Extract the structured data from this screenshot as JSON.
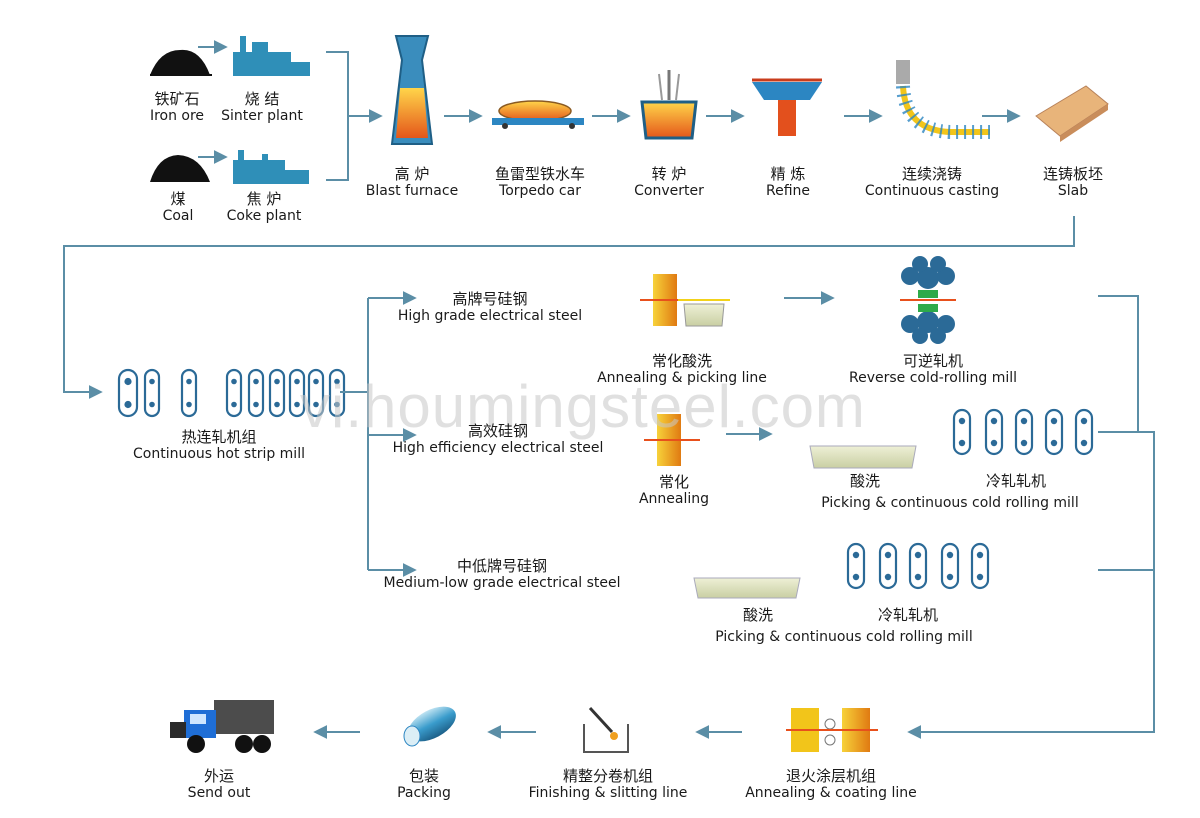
{
  "watermark": "vi.houmingsteel.com",
  "colors": {
    "flow": "#5b8ea6",
    "steel": "#2c86c2",
    "hot": "#e8501c",
    "gold": "#f2b90f",
    "roll": "#2b6a97"
  },
  "steps": {
    "iron_ore": {
      "cn": "铁矿石",
      "en": "Iron ore"
    },
    "sinter": {
      "cn": "烧 结",
      "en": "Sinter plant"
    },
    "coal": {
      "cn": "煤",
      "en": "Coal"
    },
    "coke": {
      "cn": "焦 炉",
      "en": "Coke plant"
    },
    "blast": {
      "cn": "高 炉",
      "en": "Blast furnace"
    },
    "torpedo": {
      "cn": "鱼雷型铁水车",
      "en": "Torpedo car"
    },
    "converter": {
      "cn": "转 炉",
      "en": "Converter"
    },
    "refine": {
      "cn": "精 炼",
      "en": "Refine"
    },
    "casting": {
      "cn": "连续浇铸",
      "en": "Continuous casting"
    },
    "slab": {
      "cn": "连铸板坯",
      "en": "Slab"
    },
    "hot_mill": {
      "cn": "热连轧机组",
      "en": "Continuous hot strip mill"
    },
    "high_grade": {
      "cn": "高牌号硅钢",
      "en": "High grade electrical steel"
    },
    "annealing_pickling": {
      "cn": "常化酸洗",
      "en": "Annealing & picking line"
    },
    "reverse_mill": {
      "cn": "可逆轧机",
      "en": "Reverse cold-rolling mill"
    },
    "high_eff": {
      "cn": "高效硅钢",
      "en": "High efficiency electrical steel"
    },
    "annealing": {
      "cn": "常化",
      "en": "Annealing"
    },
    "pickling1": {
      "cn": "酸洗"
    },
    "cold1": {
      "cn": "冷轧轧机"
    },
    "pickcold1": {
      "en": "Picking & continuous cold rolling mill"
    },
    "medium": {
      "cn": "中低牌号硅钢",
      "en": "Medium-low grade electrical steel"
    },
    "pickling2": {
      "cn": "酸洗"
    },
    "cold2": {
      "cn": "冷轧轧机"
    },
    "pickcold2": {
      "en": "Picking & continuous cold rolling mill"
    },
    "coating": {
      "cn": "退火涂层机组",
      "en": "Annealing & coating line"
    },
    "finishing": {
      "cn": "精整分卷机组",
      "en": "Finishing & slitting line"
    },
    "packing": {
      "cn": "包装",
      "en": "Packing"
    },
    "sendout": {
      "cn": "外运",
      "en": "Send out"
    }
  }
}
